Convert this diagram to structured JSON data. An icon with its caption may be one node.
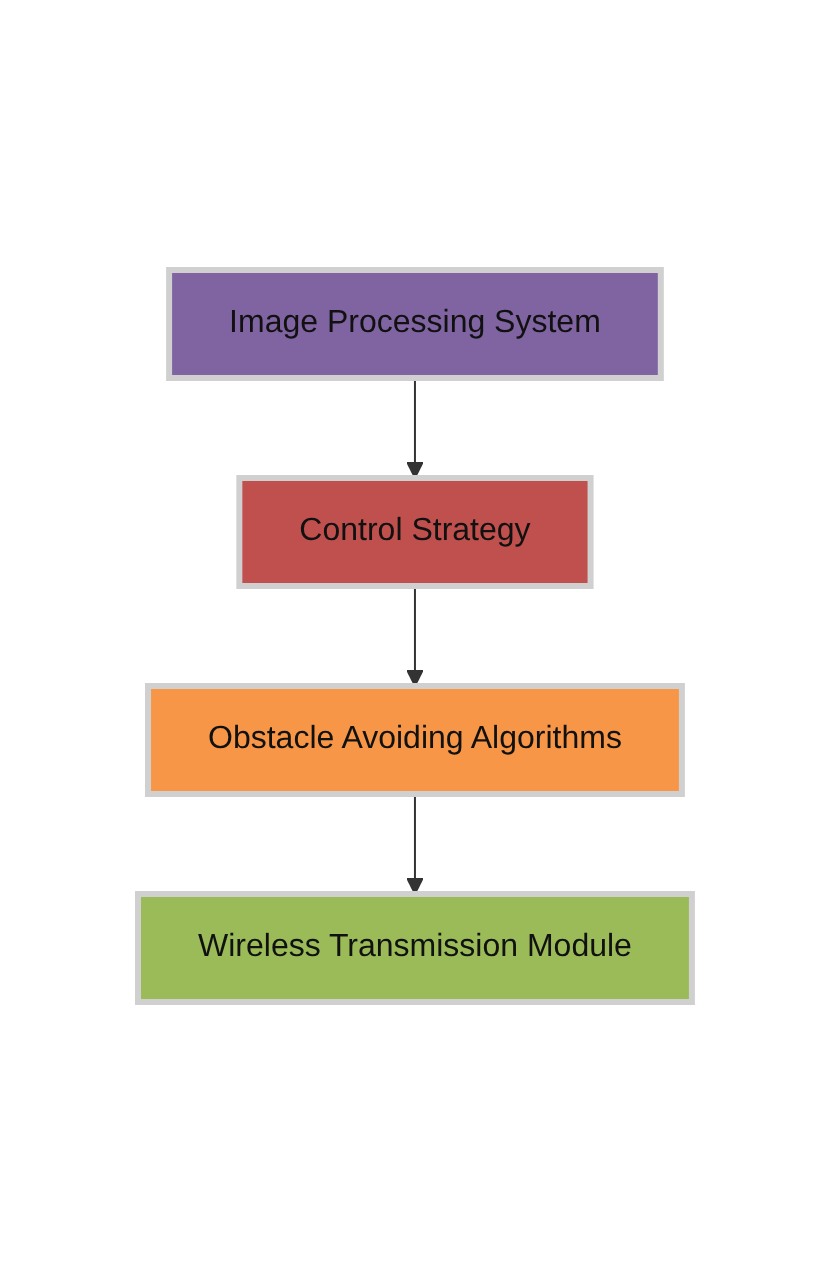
{
  "diagram": {
    "nodes": [
      {
        "text": [
          "Image Processing System"
        ]
      },
      {
        "text": [
          "Control Strategy"
        ]
      },
      {
        "text": [
          "Obstacle Avoiding Algorithms"
        ]
      },
      {
        "text": [
          "Wireless Transmission Module"
        ]
      }
    ],
    "edges": [
      {
        "from": 0,
        "to": 1,
        "arrow": "to"
      },
      {
        "from": 1,
        "to": 2,
        "arrow": "to"
      },
      {
        "from": 2,
        "to": 3,
        "arrow": "to"
      }
    ]
  }
}
